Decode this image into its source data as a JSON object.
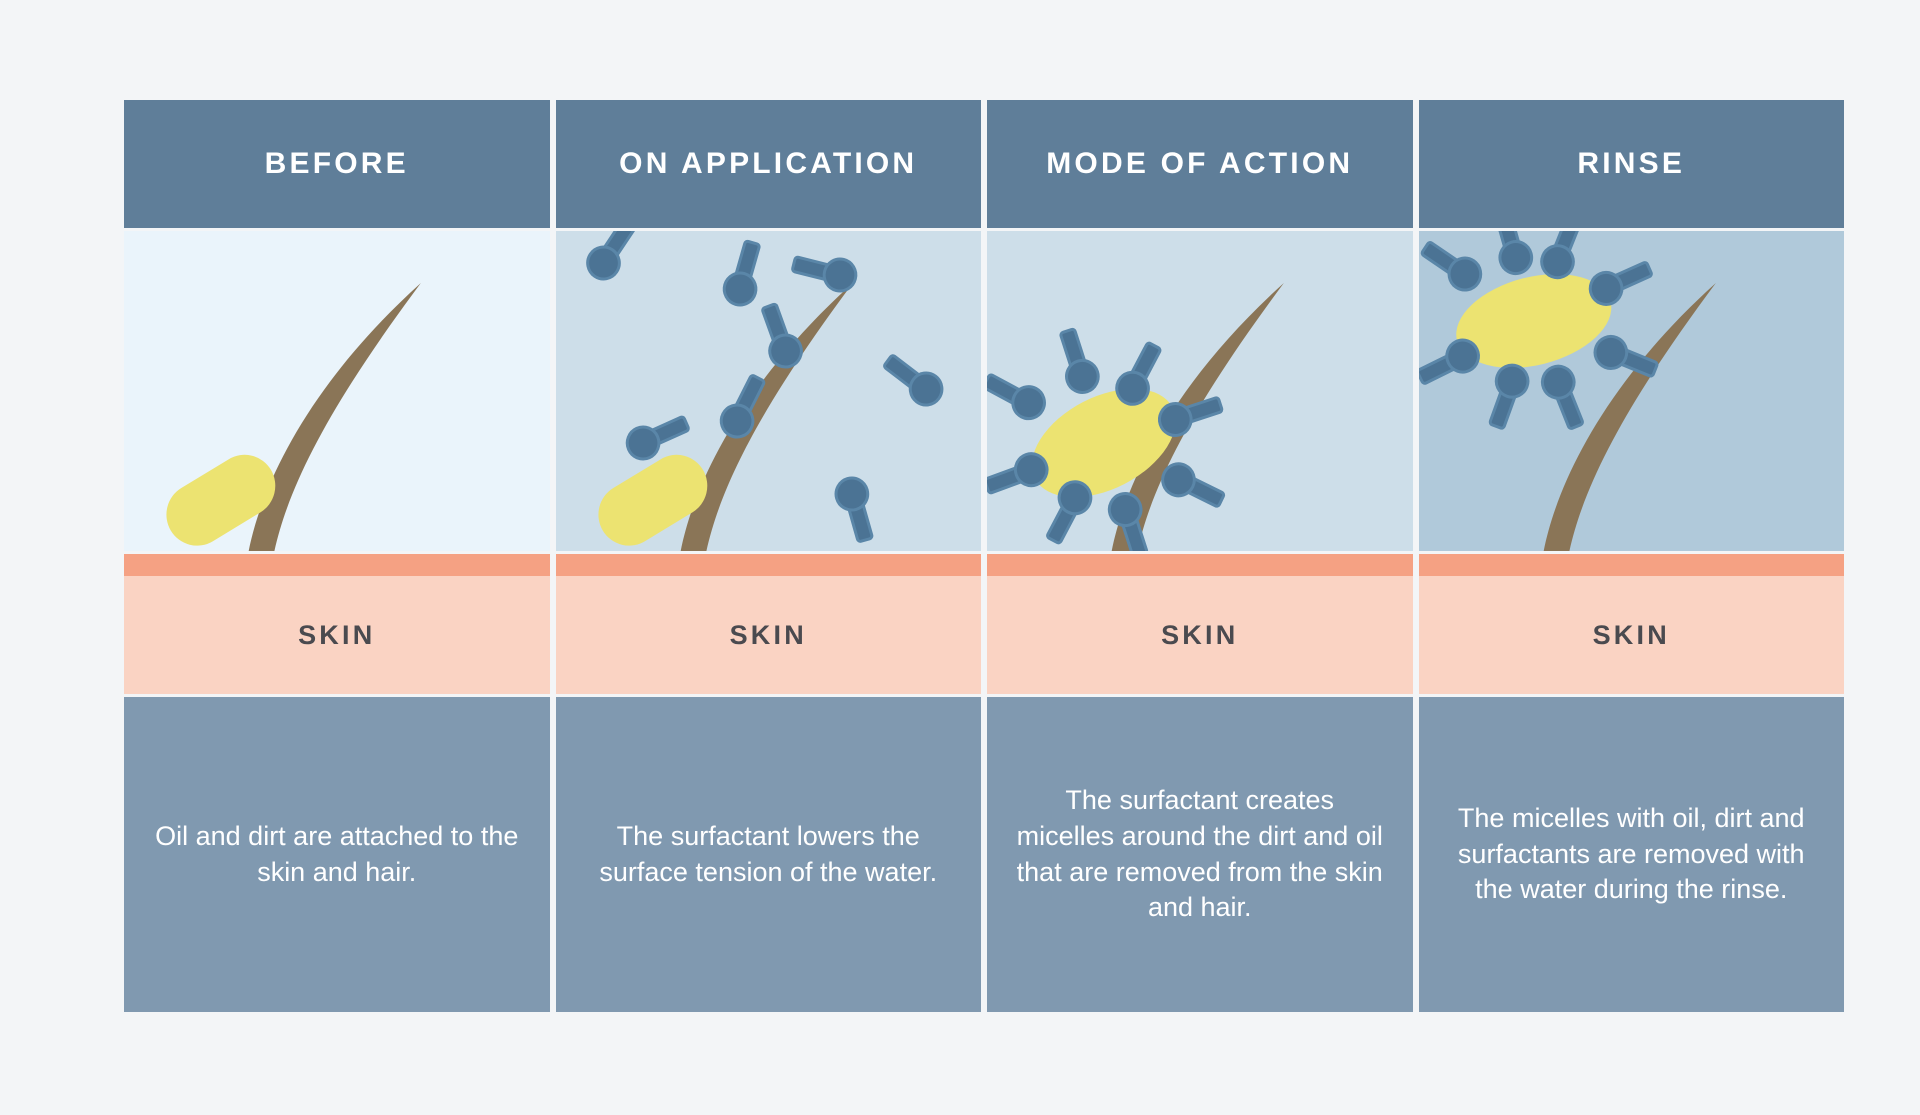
{
  "title": "Surfactant cleansing mechanism infographic",
  "theme": {
    "page_background": "#f3f5f7",
    "header_blue": "#5f7e99",
    "caption_blue": "#8099b0",
    "skin_surface": "#f5a183",
    "skin_body": "#fad3c3",
    "hair_brown": "#8a7557",
    "oil_yellow": "#ece371",
    "surfactant_blue": "#4b7394",
    "surfactant_outline": "#3f6party",
    "text_white": "#ffffff",
    "text_dark": "#4a4a4f"
  },
  "skin_label": "SKIN",
  "panels": [
    {
      "header": "BEFORE",
      "stage_background": "#eaf4fb",
      "caption": "Oil and dirt are attached to the skin and hair.",
      "elements": {
        "hair": true,
        "oil_blob": true,
        "free_surfactants": 0,
        "micelle": false
      }
    },
    {
      "header": "ON APPLICATION",
      "stage_background": "#cddee9",
      "caption": "The surfactant lowers the surface tension of the water.",
      "elements": {
        "hair": true,
        "oil_blob": true,
        "free_surfactants": 8,
        "micelle": false
      }
    },
    {
      "header": "MODE OF ACTION",
      "stage_background": "#cddee9",
      "caption": "The surfactant creates micelles around the dirt and oil that are removed from the skin and hair.",
      "elements": {
        "hair": true,
        "oil_blob": false,
        "free_surfactants": 0,
        "micelle": true
      }
    },
    {
      "header": "RINSE",
      "stage_background": "#b0c9da",
      "caption": "The micelles with oil, dirt and surfactants are removed with the water during the rinse.",
      "elements": {
        "hair": true,
        "oil_blob": false,
        "free_surfactants": 0,
        "micelle": true
      }
    }
  ]
}
